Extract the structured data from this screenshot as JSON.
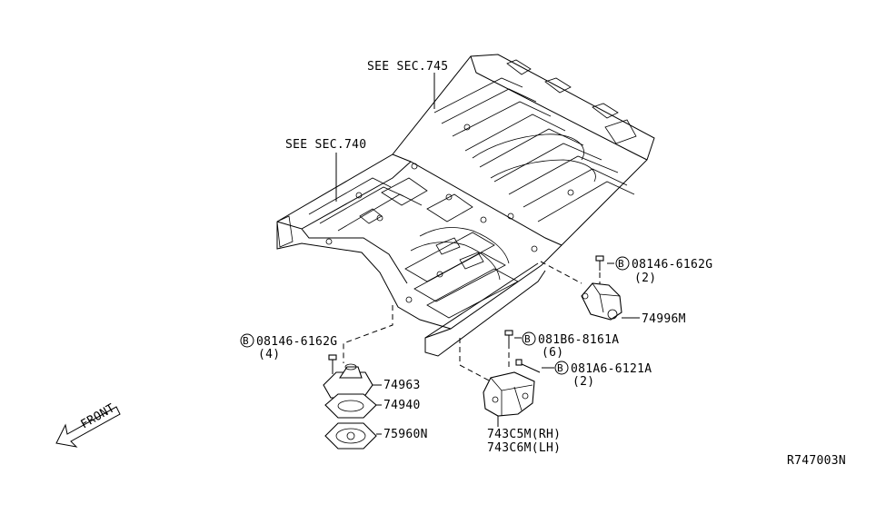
{
  "references": {
    "sec745": "SEE SEC.745",
    "sec740": "SEE SEC.740"
  },
  "callouts": [
    {
      "id": "bolt_top_right",
      "symbol": "B",
      "part_no": "08146-6162G",
      "qty": "(2)"
    },
    {
      "id": "mount_right",
      "part_no": "74996M"
    },
    {
      "id": "bolt_mid",
      "symbol": "B",
      "part_no": "081B6-8161A",
      "qty": "(6)"
    },
    {
      "id": "bolt_low",
      "symbol": "B",
      "part_no": "081A6-6121A",
      "qty": "(2)"
    },
    {
      "id": "bracket",
      "part_no_rh": "743C5M(RH)",
      "part_no_lh": "743C6M(LH)"
    },
    {
      "id": "bolt_left",
      "symbol": "B",
      "part_no": "08146-6162G",
      "qty": "(4)"
    },
    {
      "id": "mount_a",
      "part_no": "74963"
    },
    {
      "id": "mount_b",
      "part_no": "74940"
    },
    {
      "id": "mount_c",
      "part_no": "75960N"
    }
  ],
  "direction": "FRONT",
  "diagram_id": "R747003N"
}
